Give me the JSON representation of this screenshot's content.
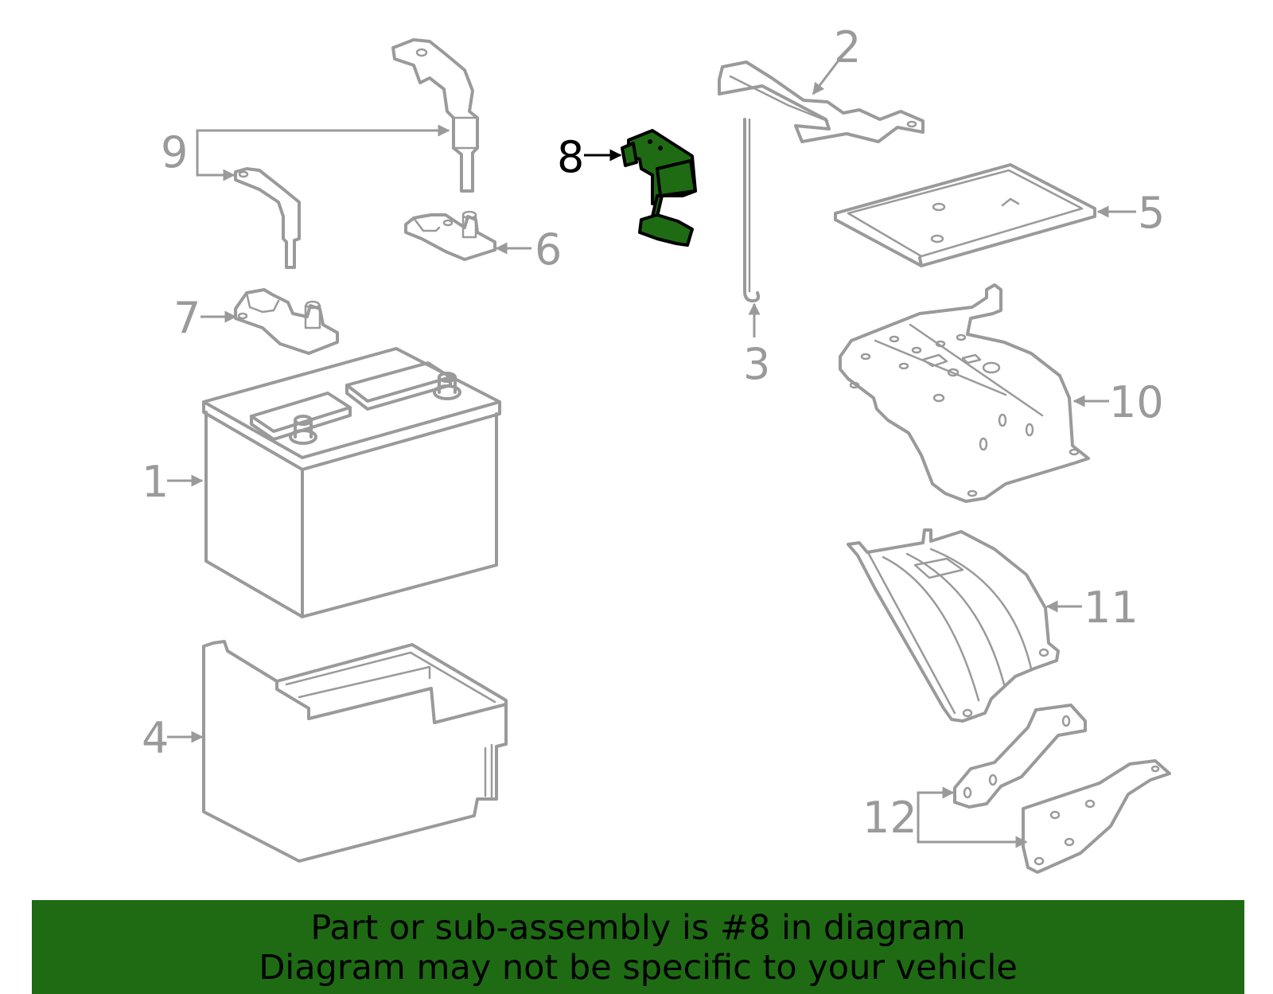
{
  "diagram": {
    "callouts": {
      "c1": "1",
      "c2": "2",
      "c3": "3",
      "c4": "4",
      "c5": "5",
      "c6": "6",
      "c7": "7",
      "c8": "8",
      "c9": "9",
      "c10": "10",
      "c11": "11",
      "c12": "12"
    },
    "highlighted_part": "8",
    "colors": {
      "highlight": "#1e6b14",
      "part_stroke": "#9a9a9a",
      "banner": "#1e6b14"
    }
  },
  "banner": {
    "line1": "Part or sub-assembly is #8 in diagram",
    "line2": "Diagram may not be specific to your vehicle"
  }
}
